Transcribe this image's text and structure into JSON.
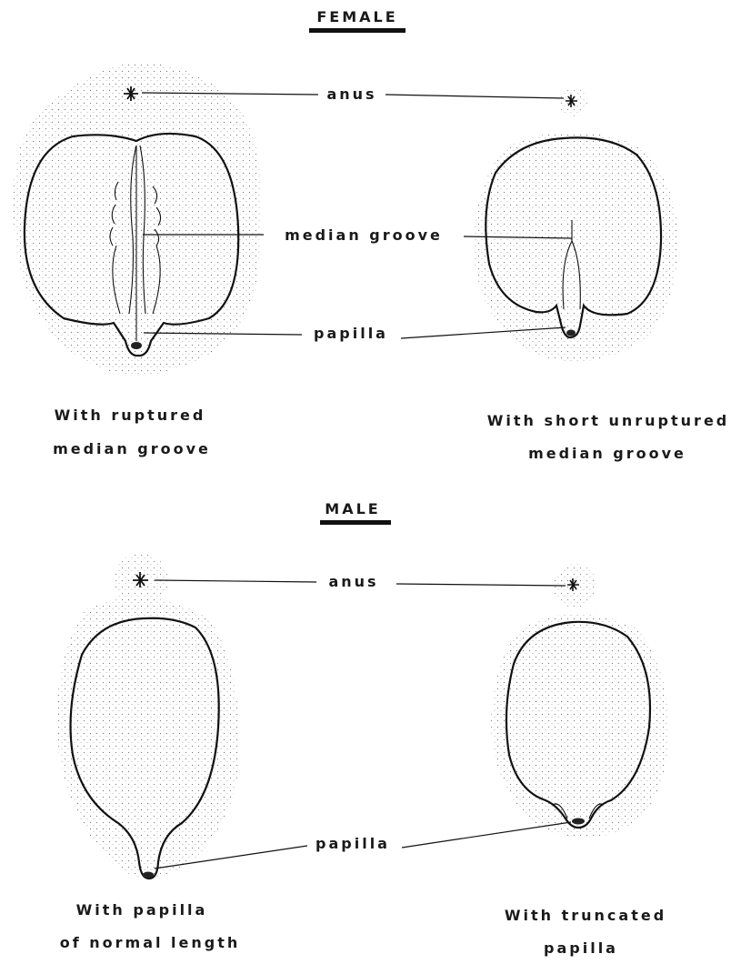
{
  "female": {
    "heading": "FEMALE",
    "labels": {
      "anus": "anus",
      "median_groove": "median groove",
      "papilla": "papilla"
    },
    "left_caption": [
      "With ruptured",
      "median groove"
    ],
    "right_caption": [
      "With short unruptured",
      "median groove"
    ]
  },
  "male": {
    "heading": "MALE",
    "labels": {
      "anus": "anus",
      "papilla": "papilla"
    },
    "left_caption": [
      "With papilla",
      "of normal length"
    ],
    "right_caption": [
      "With truncated",
      "papilla"
    ]
  },
  "colors": {
    "ink": "#111111",
    "paper": "#ffffff",
    "stipple": "#888888"
  }
}
